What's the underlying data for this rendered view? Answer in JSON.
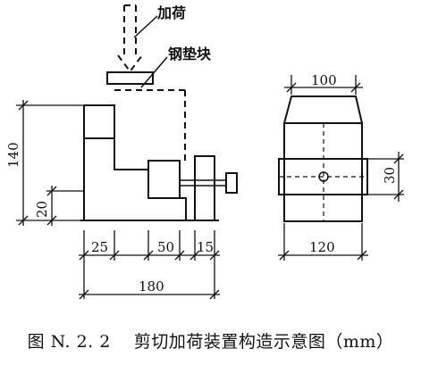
{
  "labels": {
    "load": "加荷",
    "steel_pad": "钢垫块"
  },
  "dimensions": {
    "height_total": "140",
    "height_base": "20",
    "width_left": "25",
    "width_mid": "50",
    "width_right": "15",
    "width_total": "180",
    "side_top_width": "100",
    "side_block_height": "30",
    "side_bottom_width": "120"
  },
  "caption": "图 N. 2. 2 　剪切加荷装置构造示意图（mm）"
}
